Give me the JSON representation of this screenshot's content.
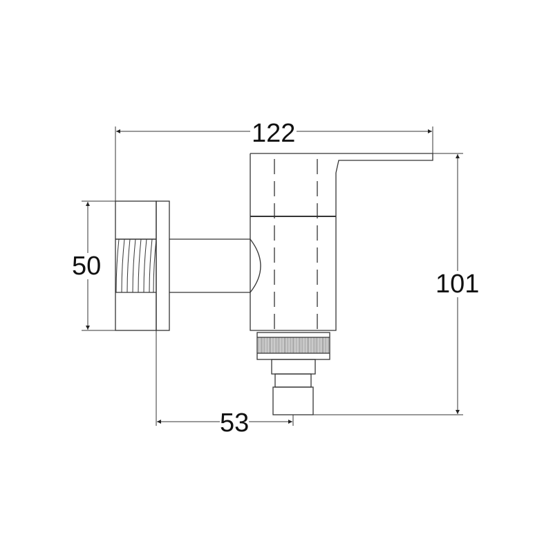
{
  "dimensions": {
    "width_total": "122",
    "height_total": "101",
    "flange_height": "50",
    "projection": "53"
  },
  "colors": {
    "line": "#333333",
    "background": "#ffffff"
  }
}
